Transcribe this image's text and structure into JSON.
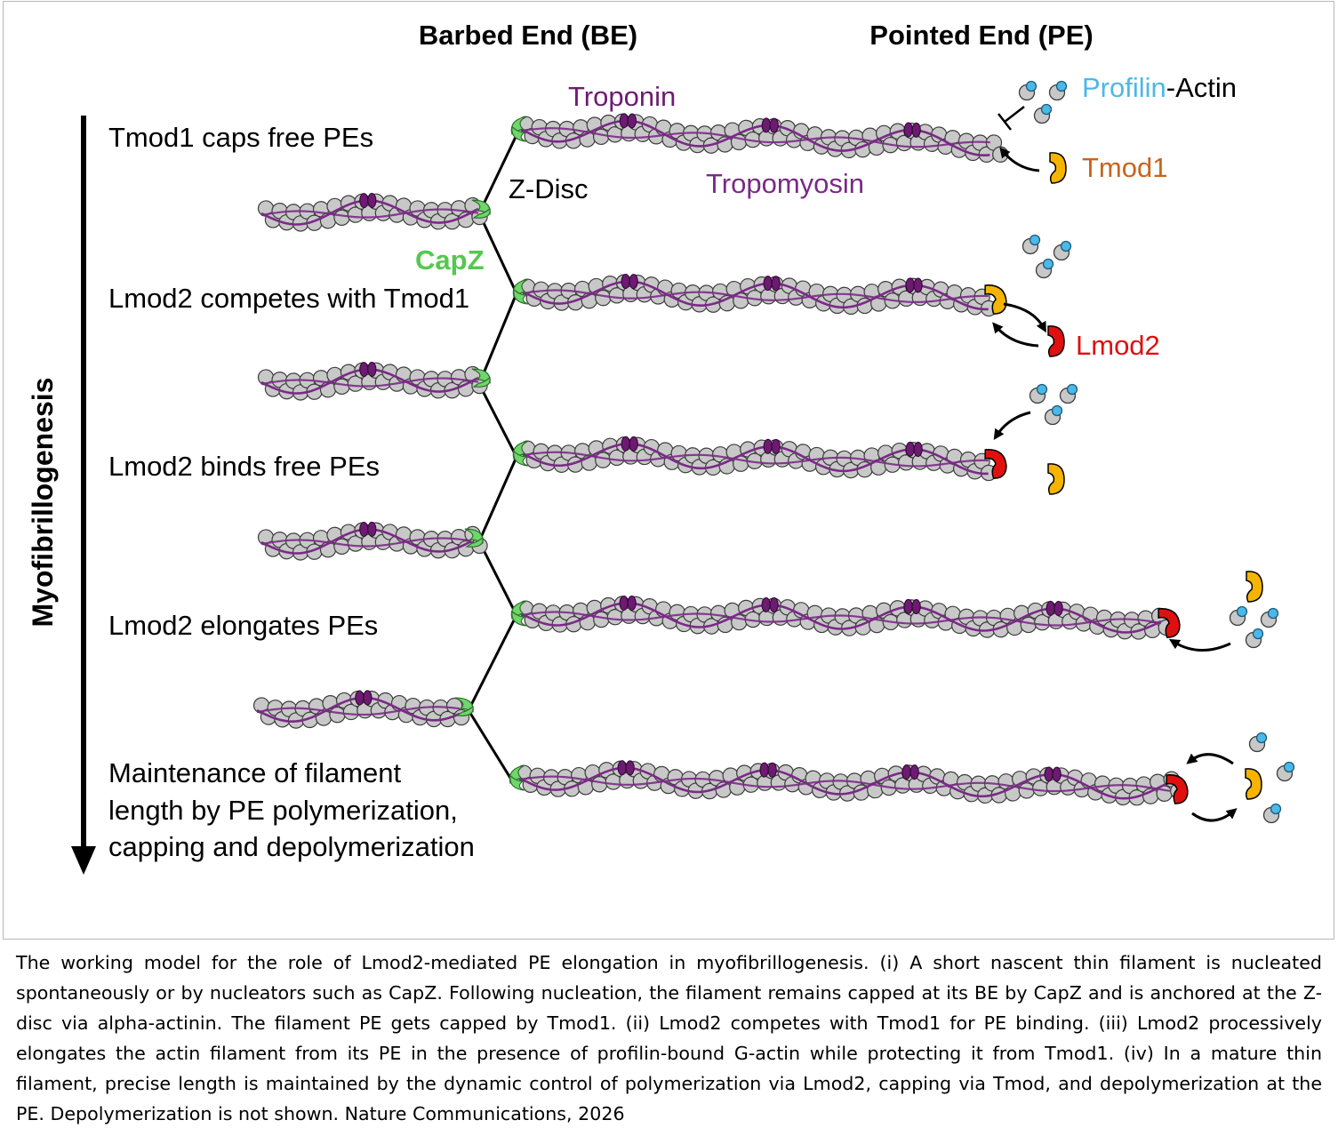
{
  "headers": {
    "barbed_end": "Barbed End (BE)",
    "pointed_end": "Pointed End (PE)"
  },
  "axis_label": "Myofibrillogenesis",
  "steps": [
    "Tmod1 caps free PEs",
    "Lmod2 competes with Tmod1",
    "Lmod2 binds free PEs",
    "Lmod2 elongates PEs",
    [
      "Maintenance of filament",
      "length by PE polymerization,",
      "capping and depolymerization"
    ]
  ],
  "labels": {
    "troponin": "Troponin",
    "tropomyosin": "Tropomyosin",
    "z_disc": "Z-Disc",
    "capz": "CapZ",
    "profilin": "Profilin",
    "actin": "-Actin",
    "tmod1": "Tmod1",
    "lmod2": "Lmod2"
  },
  "colors": {
    "actin": "#c8c8c8",
    "tropomyosin": "#7a2a86",
    "troponin": "#6e1a72",
    "capz": "#6fd66b",
    "capz_label": "#54c84f",
    "profilin": "#4cb8e8",
    "tmod1": "#f5b400",
    "tmod1_label": "#c8641e",
    "lmod2": "#e01010"
  },
  "caption": "The working model for the role of Lmod2-mediated PE elongation in myofibrillogenesis. (i) A short nascent thin filament is nucleated spontaneously or by nucleators such as CapZ. Following nucleation, the filament remains capped at its BE by CapZ and is anchored at the Z-disc via alpha-actinin. The filament PE gets capped by Tmod1. (ii) Lmod2 competes with Tmod1 for PE binding. (iii) Lmod2 processively elongates the actin filament from its PE in the presence of profilin-bound G-actin while protecting it from Tmod1. (iv) In a mature thin filament, precise length is maintained by the dynamic control of polymerization via Lmod2, capping via Tmod, and depolymerization at the PE. Depolymerization is not shown. Nature Communications, 2026"
}
